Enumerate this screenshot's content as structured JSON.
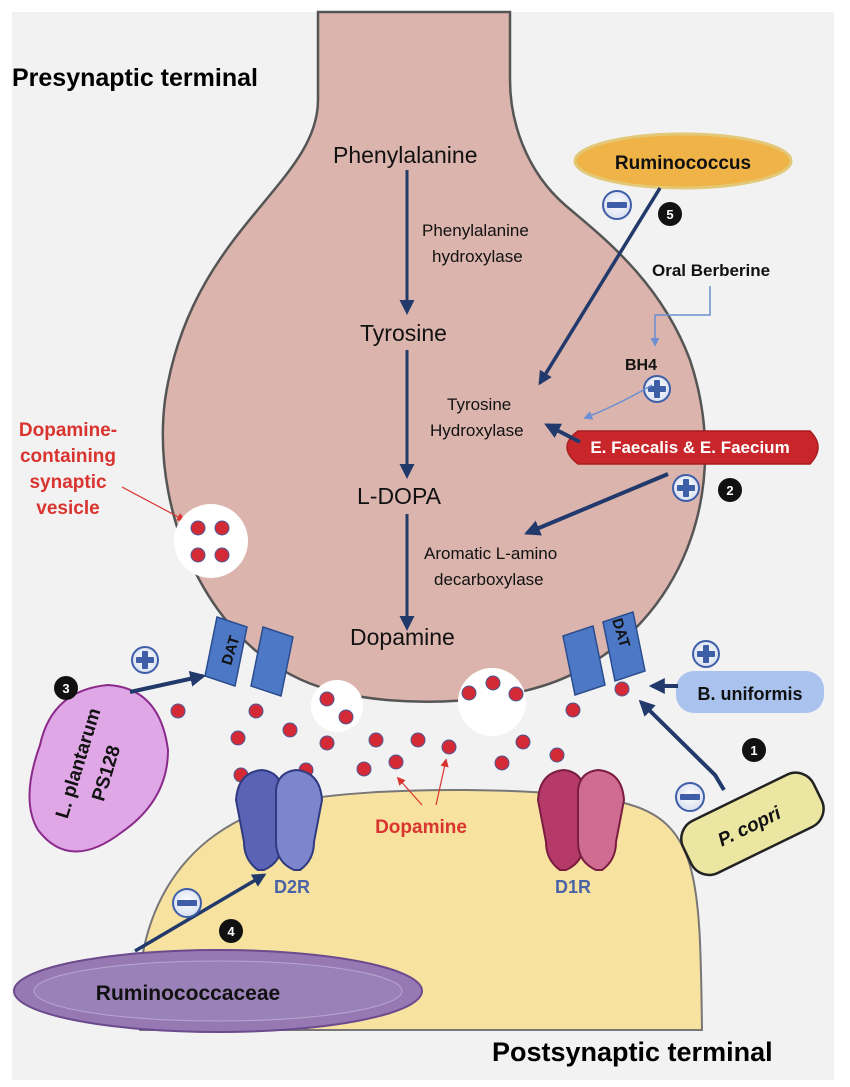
{
  "labels": {
    "presynaptic": "Presynaptic terminal",
    "postsynaptic": "Postsynaptic terminal",
    "phenylalanine": "Phenylalanine",
    "phe_hydroxylase_1": "Phenylalanine",
    "phe_hydroxylase_2": "hydroxylase",
    "tyrosine": "Tyrosine",
    "tyr_hydroxylase_1": "Tyrosine",
    "tyr_hydroxylase_2": "Hydroxylase",
    "ldopa": "L-DOPA",
    "aadc_1": "Aromatic L-amino",
    "aadc_2": "decarboxylase",
    "dopamine_node": "Dopamine",
    "vesicle_1": "Dopamine-",
    "vesicle_2": "containing",
    "vesicle_3": "synaptic",
    "vesicle_4": "vesicle",
    "bh4": "BH4",
    "oral_berberine": "Oral Berberine",
    "dat": "DAT",
    "d2r": "D2R",
    "d1r": "D1R",
    "dopamine_cleft": "Dopamine"
  },
  "bacteria": {
    "ruminococcus": "Ruminococcus",
    "faecalis": "E. Faecalis & E. Faecium",
    "uniformis": "B. uniformis",
    "pcopri": "P. copri",
    "plantarum_1": "L. plantarum",
    "plantarum_2": "PS128",
    "ruminococcaceae": "Ruminococcaceae"
  },
  "markers": {
    "n1": "1",
    "n2": "2",
    "n3": "3",
    "n4": "4",
    "n5": "5"
  },
  "colors": {
    "presynaptic_fill": "#dbb5ad",
    "postsynaptic_fill": "#f8e2a0",
    "arrow": "#223a6b",
    "dat_fill": "#4d78c5",
    "dopamine_dot": "#d42a36",
    "red_text": "#d9342f",
    "faecalis_fill": "#c8262a",
    "ruminococcus_fill": "#f0b347",
    "plantarum_fill": "#dfa7e6",
    "ruminococcaceae_fill": "#9678b2",
    "pcopri_fill": "#ebe7a3",
    "d2r_fill": "#5a63b5",
    "d1r_fill": "#b53a6a",
    "receptor_label": "#4a63a8"
  }
}
